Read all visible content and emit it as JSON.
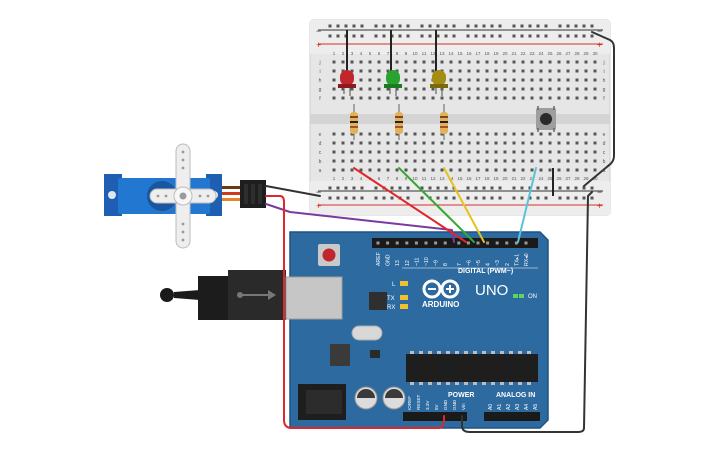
{
  "arduino": {
    "brand": "ARDUINO",
    "model": "UNO",
    "digital_header": "DIGITAL (PWM~)",
    "power_header": "POWER",
    "analog_header": "ANALOG IN",
    "on_label": "ON",
    "led_l": "L",
    "led_tx": "TX",
    "led_rx": "RX",
    "digital_pins": [
      "AREF",
      "GND",
      "13",
      "12",
      "~11",
      "~10",
      "~9",
      "8",
      "7",
      "~6",
      "~5",
      "4",
      "~3",
      "2",
      "TX▸1",
      "RX◂0"
    ],
    "power_pins": [
      "IOREF",
      "RESET",
      "3.3V",
      "5V",
      "GND",
      "GND",
      "Vin"
    ],
    "analog_pins": [
      "A0",
      "A1",
      "A2",
      "A3",
      "A4",
      "A5"
    ]
  },
  "breadboard": {
    "column_numbers": [
      "1",
      "2",
      "3",
      "4",
      "5",
      "6",
      "7",
      "8",
      "9",
      "10",
      "11",
      "12",
      "13",
      "14",
      "15",
      "16",
      "17",
      "18",
      "19",
      "20",
      "21",
      "22",
      "23",
      "24",
      "25",
      "26",
      "27",
      "28",
      "29",
      "30"
    ],
    "row_letters_top": [
      "j",
      "i",
      "h",
      "g",
      "f"
    ],
    "row_letters_bottom": [
      "e",
      "d",
      "c",
      "b",
      "a"
    ],
    "rail_minus": "−",
    "rail_plus": "+"
  },
  "components": {
    "leds": [
      {
        "name": "red-led",
        "color": "#c0262b"
      },
      {
        "name": "green-led",
        "color": "#29a32f"
      },
      {
        "name": "yellow-led",
        "color": "#a38d12"
      }
    ],
    "servo": "servo-motor",
    "pushbutton": "pushbutton",
    "usb": "usb-cable"
  },
  "colors": {
    "board": "#2c6aa0",
    "board_edge": "#1f5384",
    "breadboard": "#e6e6e6",
    "wire_red": "#e0252b",
    "wire_green": "#36a832",
    "wire_yellow": "#e6c21a",
    "wire_cyan": "#5bc3d8",
    "wire_purple": "#7a3aa0",
    "wire_black": "#333333"
  }
}
